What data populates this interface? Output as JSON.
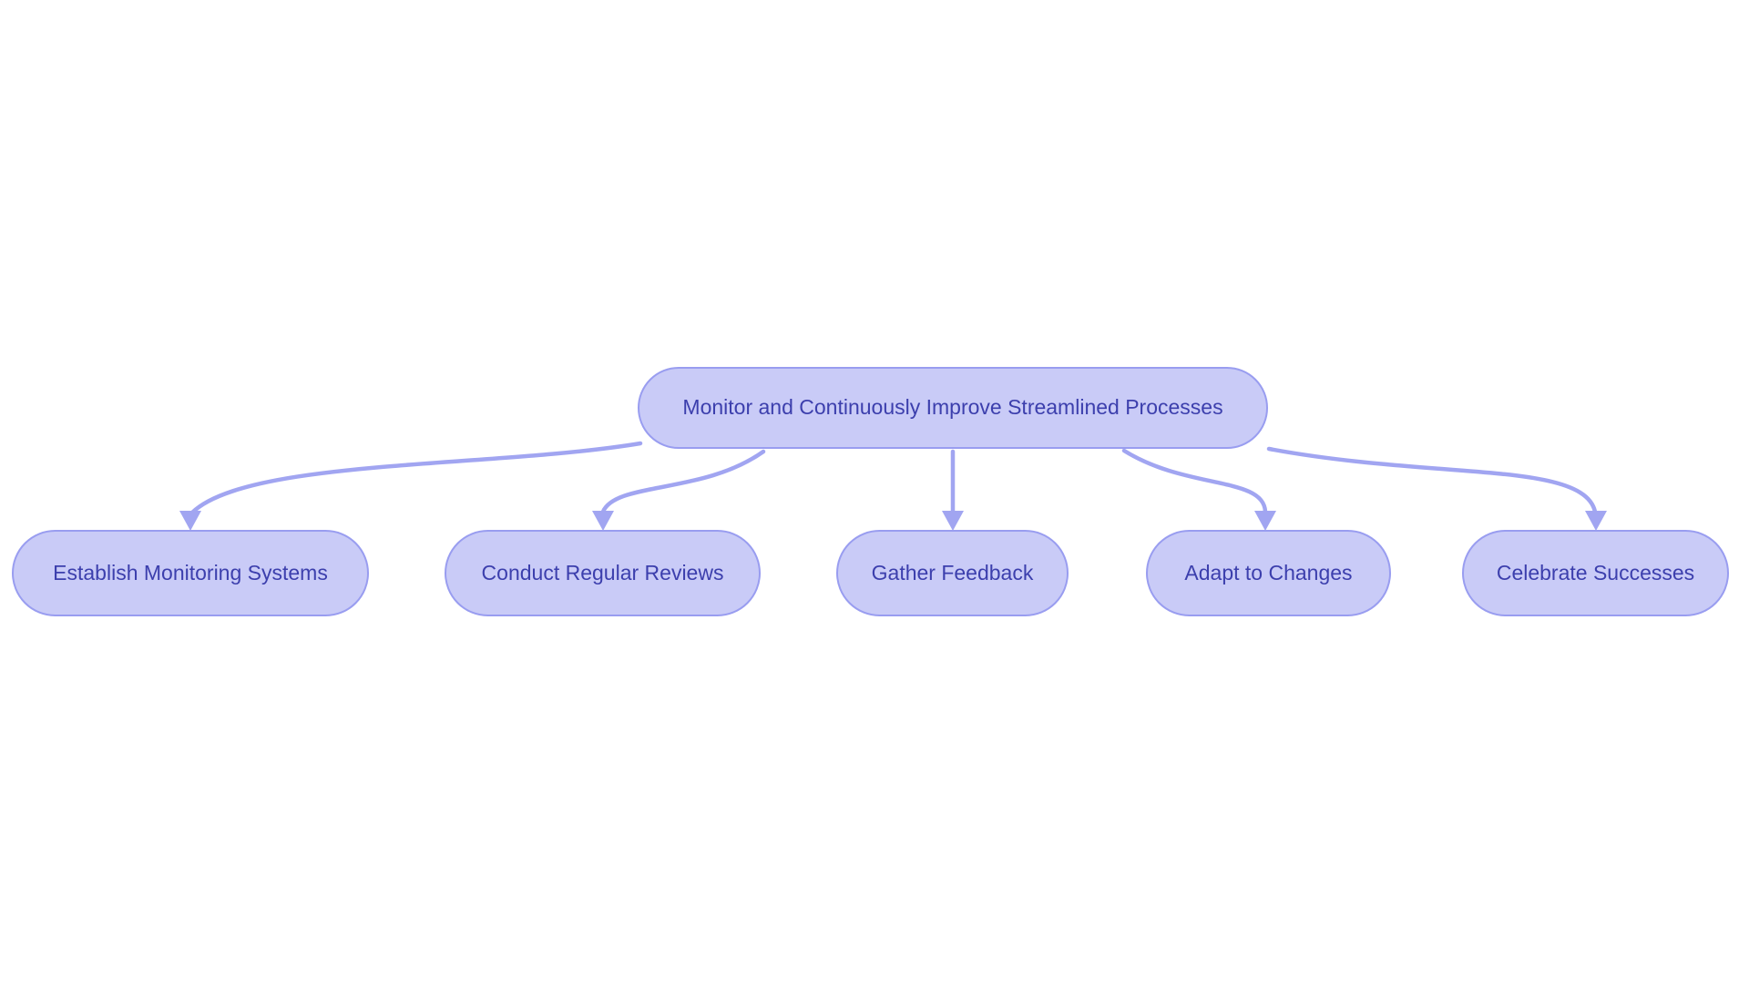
{
  "diagram": {
    "type": "flowchart",
    "direction": "top-down",
    "root": {
      "id": "monitor-improve",
      "label": "Monitor and Continuously Improve Streamlined Processes"
    },
    "children": [
      {
        "id": "establish-monitoring-systems",
        "label": "Establish Monitoring Systems"
      },
      {
        "id": "conduct-regular-reviews",
        "label": "Conduct Regular Reviews"
      },
      {
        "id": "gather-feedback",
        "label": "Gather Feedback"
      },
      {
        "id": "adapt-to-changes",
        "label": "Adapt to Changes"
      },
      {
        "id": "celebrate-successes",
        "label": "Celebrate Successes"
      }
    ],
    "edges": [
      {
        "from": "monitor-improve",
        "to": "establish-monitoring-systems"
      },
      {
        "from": "monitor-improve",
        "to": "conduct-regular-reviews"
      },
      {
        "from": "monitor-improve",
        "to": "gather-feedback"
      },
      {
        "from": "monitor-improve",
        "to": "adapt-to-changes"
      },
      {
        "from": "monitor-improve",
        "to": "celebrate-successes"
      }
    ],
    "colors": {
      "background": "#ffffff",
      "node_fill": "#c9cbf7",
      "node_border": "#999df0",
      "node_text": "#3c3fad",
      "edge": "#a1a5f1"
    }
  }
}
